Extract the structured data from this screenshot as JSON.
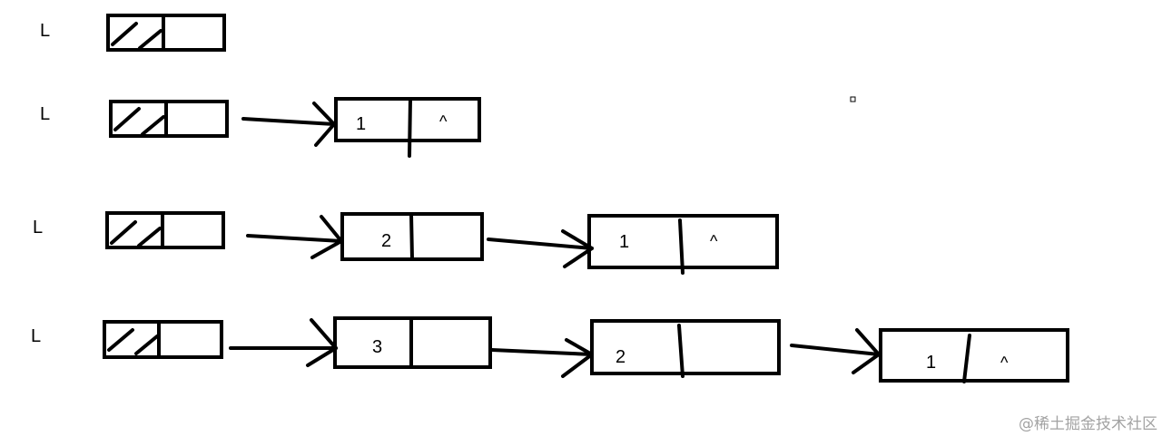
{
  "rows": [
    {
      "label": "L",
      "nodes": []
    },
    {
      "label": "L",
      "nodes": [
        {
          "data": "1",
          "next": "^"
        }
      ]
    },
    {
      "label": "L",
      "nodes": [
        {
          "data": "2",
          "next": ""
        },
        {
          "data": "1",
          "next": "^"
        }
      ]
    },
    {
      "label": "L",
      "nodes": [
        {
          "data": "3",
          "next": ""
        },
        {
          "data": "2",
          "next": ""
        },
        {
          "data": "1",
          "next": "^"
        }
      ]
    }
  ],
  "watermark": "@稀土掘金技术社区"
}
